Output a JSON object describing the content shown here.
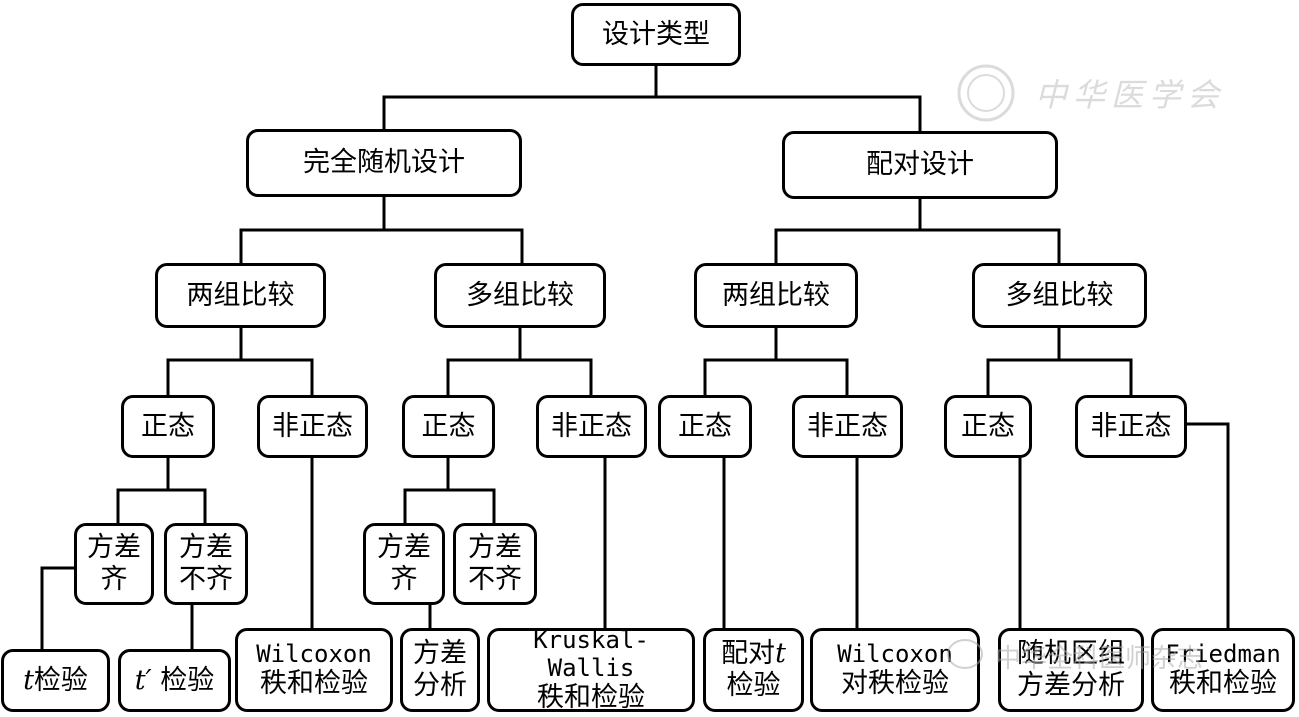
{
  "nodes": {
    "root": {
      "line1": "设计类型"
    },
    "completely_random": {
      "line1": "完全随机设计"
    },
    "paired": {
      "line1": "配对设计"
    },
    "cr_two": {
      "line1": "两组比较"
    },
    "cr_multi": {
      "line1": "多组比较"
    },
    "p_two": {
      "line1": "两组比较"
    },
    "p_multi": {
      "line1": "多组比较"
    },
    "cr_two_normal": {
      "line1": "正态"
    },
    "cr_two_nonnormal": {
      "line1": "非正态"
    },
    "cr_multi_normal": {
      "line1": "正态"
    },
    "cr_multi_nonnormal": {
      "line1": "非正态"
    },
    "p_two_normal": {
      "line1": "正态"
    },
    "p_two_nonnormal": {
      "line1": "非正态"
    },
    "p_multi_normal": {
      "line1": "正态"
    },
    "p_multi_nonnormal": {
      "line1": "非正态"
    },
    "var_equal_1": {
      "line1": "方差",
      "line2": "齐"
    },
    "var_unequal_1": {
      "line1": "方差",
      "line2": "不齐"
    },
    "var_equal_2": {
      "line1": "方差",
      "line2": "齐"
    },
    "var_unequal_2": {
      "line1": "方差",
      "line2": "不齐"
    },
    "t_test": {
      "italic": "t",
      "rest": "检验"
    },
    "t_prime_test": {
      "italic": "t′",
      "rest": " 检验"
    },
    "wilcoxon_rank_sum": {
      "line1": "Wilcoxon",
      "line2": "秩和检验"
    },
    "anova": {
      "line1": "方差",
      "line2": "分析"
    },
    "kruskal_wallis": {
      "line1": "Kruskal-Wallis",
      "line2": "秩和检验"
    },
    "paired_t": {
      "line1": "配对",
      "italic": "t",
      "line2": "检验"
    },
    "wilcoxon_signed": {
      "line1": "Wilcoxon",
      "line2": "对秩检验"
    },
    "randomized_block_anova": {
      "line1": "随机区组",
      "line2": "方差分析"
    },
    "friedman": {
      "line1": "Friedman",
      "line2": "秩和检验"
    }
  },
  "watermarks": {
    "top": "中华医学会",
    "bottom": "中华全科医师杂志"
  }
}
